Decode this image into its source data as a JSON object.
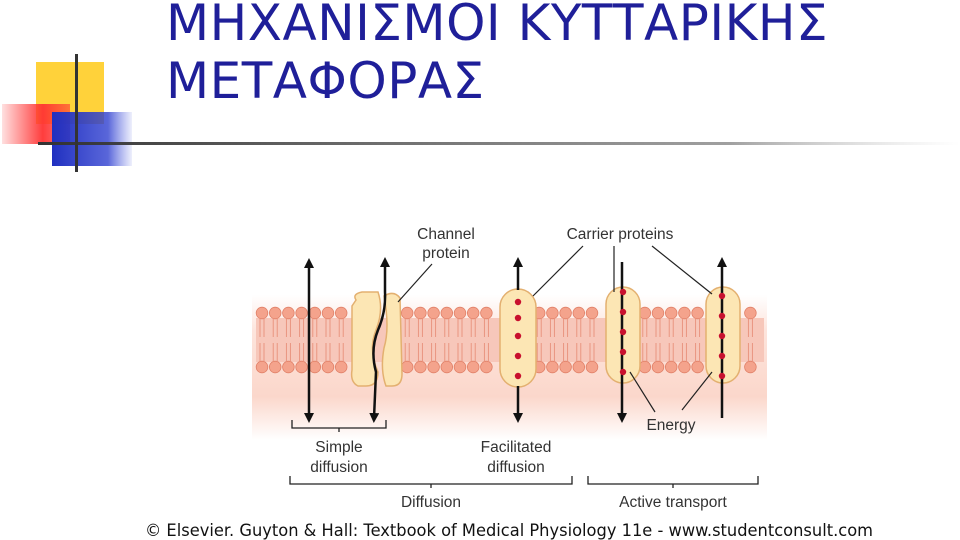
{
  "slide": {
    "title_line1": "ΜΗΧΑΝΙΣΜΟΙ ΚΥΤΤΑΡΙΚΗΣ",
    "title_line2": "ΜΕΤΑΦΟΡΑΣ"
  },
  "diagram": {
    "labels": {
      "channel_protein_line1": "Channel",
      "channel_protein_line2": "protein",
      "carrier_proteins": "Carrier proteins",
      "energy": "Energy",
      "simple_diffusion_line1": "Simple",
      "simple_diffusion_line2": "diffusion",
      "facilitated_diffusion_line1": "Facilitated",
      "facilitated_diffusion_line2": "diffusion",
      "diffusion": "Diffusion",
      "active_transport": "Active transport"
    },
    "credit": "© Elsevier. Guyton & Hall: Textbook of Medical Physiology 11e - www.studentconsult.com",
    "colors": {
      "membrane_head": "#f4a38c",
      "membrane_band": "#f7c7ba",
      "protein_fill": "#fce6b4",
      "protein_stroke": "#e3b070",
      "molecule": "#c8102e",
      "title": "#1f1f99"
    }
  }
}
